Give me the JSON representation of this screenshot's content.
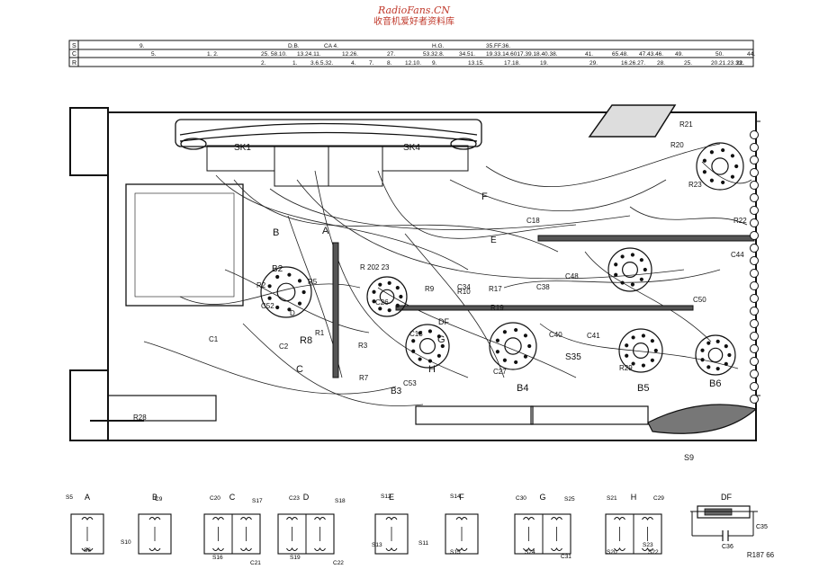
{
  "watermark": {
    "site": "RadioFans.CN",
    "subtitle": "收音机爱好者资料库"
  },
  "table": {
    "row_labels": [
      "S",
      "C",
      "R"
    ],
    "S": [
      "9.",
      "D.B.",
      "CA 4.",
      "H.G.",
      "35.FF.36."
    ],
    "C": [
      "5.",
      "1. 2.",
      "25. 58.10.",
      "13.24.11.",
      "12.26.",
      "27.",
      "53.32.8.",
      "34.51.",
      "19.33.14.6017.39.18.40.38.",
      "41.",
      "65.48.",
      "47.43.46.",
      "49.",
      "50.",
      "44."
    ],
    "R": [
      "2.",
      "1.",
      "3.6.5.32.",
      "4.",
      "7.",
      "8.",
      "12.10.",
      "9.",
      "13.15.",
      "17.18.",
      "19.",
      "29.",
      "16.26.27.",
      "28.",
      "25.",
      "20.21.23.33.",
      "22."
    ]
  },
  "board_labels": [
    "SK1",
    "SK4",
    "R21",
    "R20",
    "R23",
    "R22",
    "C44",
    "C50",
    "C48",
    "F",
    "E",
    "C18",
    "A",
    "B",
    "B2",
    "B3",
    "B4",
    "B5",
    "B6",
    "R2",
    "R5",
    "R9",
    "R10",
    "R17",
    "R19",
    "C34",
    "C26",
    "C38",
    "DF",
    "G",
    "H",
    "C52",
    "C1",
    "C2",
    "R1",
    "R3",
    "R7",
    "R8",
    "C",
    "D",
    "C13",
    "C53",
    "C27",
    "S35",
    "C40",
    "C41",
    "R29",
    "R28",
    "S9",
    "R 202 23"
  ],
  "modules": [
    {
      "name": "A",
      "labels": [
        "S5",
        "S6"
      ]
    },
    {
      "name": "B",
      "labels": [
        "C9",
        "S10"
      ]
    },
    {
      "name": "C",
      "labels": [
        "C20",
        "S17",
        "S16",
        "C21"
      ]
    },
    {
      "name": "D",
      "labels": [
        "C23",
        "S18",
        "S19",
        "C22"
      ]
    },
    {
      "name": "E",
      "labels": [
        "S12",
        "S13",
        "S11"
      ]
    },
    {
      "name": "F",
      "labels": [
        "S14",
        "S15"
      ]
    },
    {
      "name": "G",
      "labels": [
        "C30",
        "S25",
        "S24",
        "C31"
      ]
    },
    {
      "name": "H",
      "labels": [
        "S21",
        "C29",
        "S23",
        "S20",
        "S22"
      ]
    },
    {
      "name": "DF",
      "labels": [
        "C35",
        "C36"
      ]
    }
  ],
  "footer_ref": "R187 66"
}
